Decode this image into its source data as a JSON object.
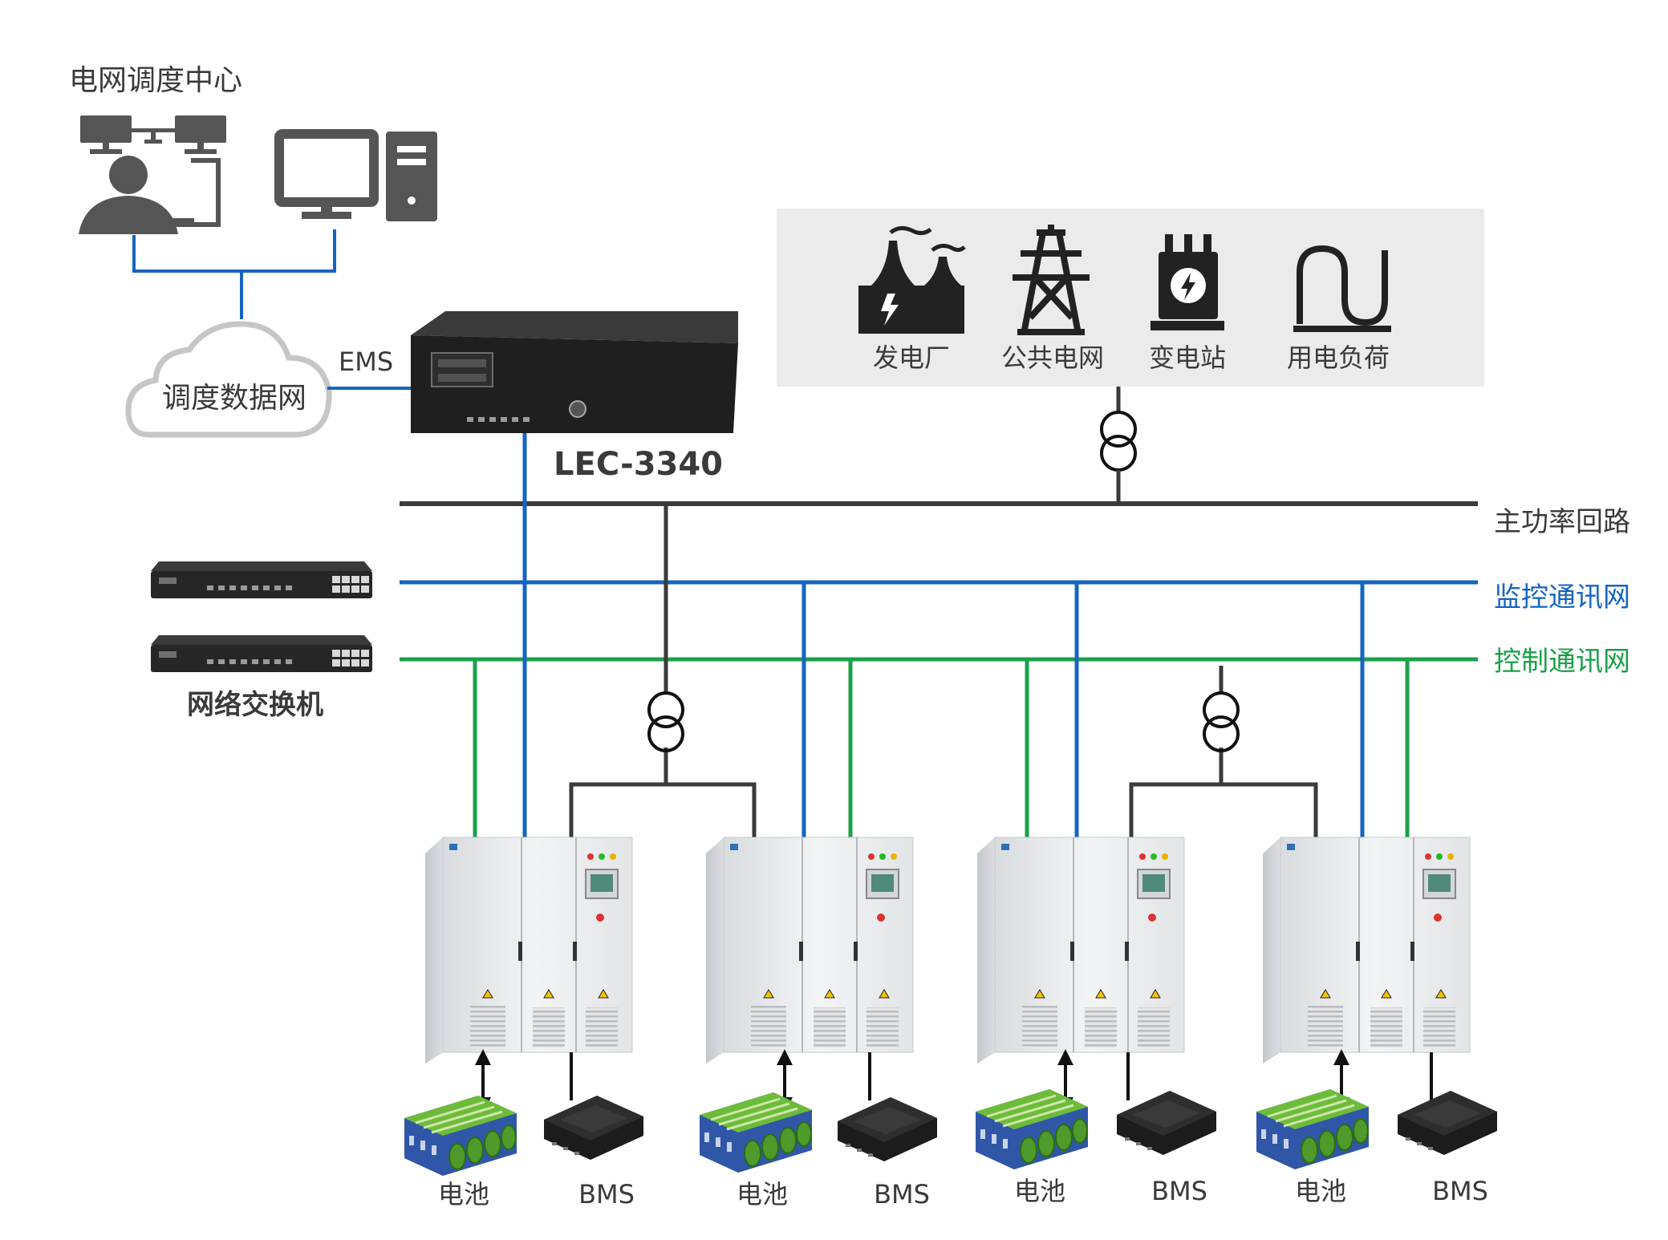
{
  "dispatch_center": {
    "title": "电网调度中心"
  },
  "dispatch_network": {
    "label": "调度数据网"
  },
  "ems_label": "EMS",
  "controller": {
    "model": "LEC-3340"
  },
  "switch": {
    "label": "网络交换机"
  },
  "grid_panel": {
    "items": [
      {
        "label": "发电厂",
        "icon": "power-plant-icon"
      },
      {
        "label": "公共电网",
        "icon": "transmission-tower-icon"
      },
      {
        "label": "变电站",
        "icon": "substation-icon"
      },
      {
        "label": "用电负荷",
        "icon": "load-icon"
      }
    ]
  },
  "buses": {
    "power": "主功率回路",
    "monitor": "监控通讯网",
    "control": "控制通讯网"
  },
  "colors": {
    "power": "#3a3a3a",
    "monitor": "#1565c0",
    "control": "#1aa04a"
  },
  "units": [
    {
      "battery": "电池",
      "bms": "BMS"
    },
    {
      "battery": "电池",
      "bms": "BMS"
    },
    {
      "battery": "电池",
      "bms": "BMS"
    },
    {
      "battery": "电池",
      "bms": "BMS"
    }
  ]
}
